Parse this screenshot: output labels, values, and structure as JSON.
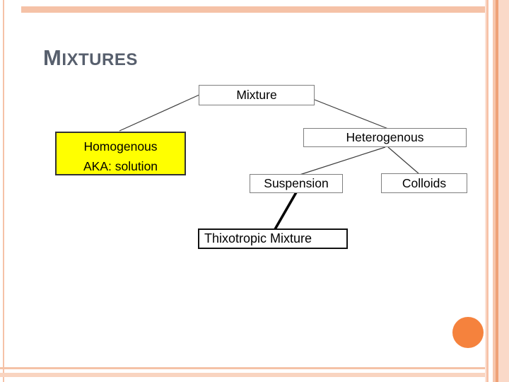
{
  "slide_title": {
    "lead": "M",
    "rest": "IXTURES",
    "full_text": "Mixtures",
    "color": "#575F6D"
  },
  "diagram": {
    "nodes": [
      {
        "id": "mixture",
        "label": "Mixture",
        "fill": "#FFFFFF"
      },
      {
        "id": "homogenous",
        "lines": [
          "Homogenous",
          "AKA: solution"
        ],
        "fill": "#FFFF00"
      },
      {
        "id": "heterogenous",
        "label": "Heterogenous",
        "fill": "#FFFFFF"
      },
      {
        "id": "suspension",
        "label": "Suspension",
        "fill": "#FFFFFF"
      },
      {
        "id": "colloids",
        "label": "Colloids",
        "fill": "#FFFFFF"
      },
      {
        "id": "thixotropic-mixture",
        "label": "Thixotropic Mixture",
        "fill": "#FFFFFF"
      }
    ],
    "edges": [
      {
        "from": "mixture",
        "to": "homogenous",
        "style": "thin"
      },
      {
        "from": "mixture",
        "to": "heterogenous",
        "style": "thin"
      },
      {
        "from": "heterogenous",
        "to": "suspension",
        "style": "thin"
      },
      {
        "from": "heterogenous",
        "to": "colloids",
        "style": "thin"
      },
      {
        "from": "suspension",
        "to": "thixotropic-mixture",
        "style": "thick"
      }
    ]
  },
  "theme": {
    "accent_circle_color": "#F5823D",
    "frame_line_color": "#F5C2A7",
    "frame_light_color": "#F9D4C0",
    "highlight_color": "#FFFF00",
    "title_color": "#575F6D"
  }
}
